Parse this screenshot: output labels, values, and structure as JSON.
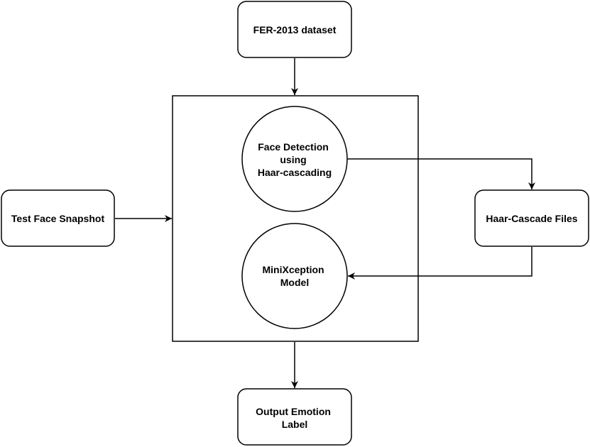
{
  "diagram": {
    "nodes": {
      "fer_dataset": {
        "lines": [
          "FER-2013 dataset"
        ]
      },
      "test_face": {
        "lines": [
          "Test Face Snapshot"
        ]
      },
      "face_detection": {
        "lines": [
          "Face Detection",
          "using",
          "Haar-cascading"
        ]
      },
      "minixception": {
        "lines": [
          "MiniXception",
          "Model"
        ]
      },
      "haar_files": {
        "lines": [
          "Haar-Cascade Files"
        ]
      },
      "output_emotion": {
        "lines": [
          "Output Emotion",
          "Label"
        ]
      }
    },
    "edges": [
      {
        "from": "fer_dataset",
        "to": "processing_box"
      },
      {
        "from": "test_face",
        "to": "processing_box"
      },
      {
        "from": "face_detection",
        "to": "haar_files"
      },
      {
        "from": "haar_files",
        "to": "minixception"
      },
      {
        "from": "processing_box",
        "to": "output_emotion"
      }
    ],
    "colors": {
      "stroke": "#000000",
      "fill": "#ffffff",
      "text": "#000000"
    }
  }
}
